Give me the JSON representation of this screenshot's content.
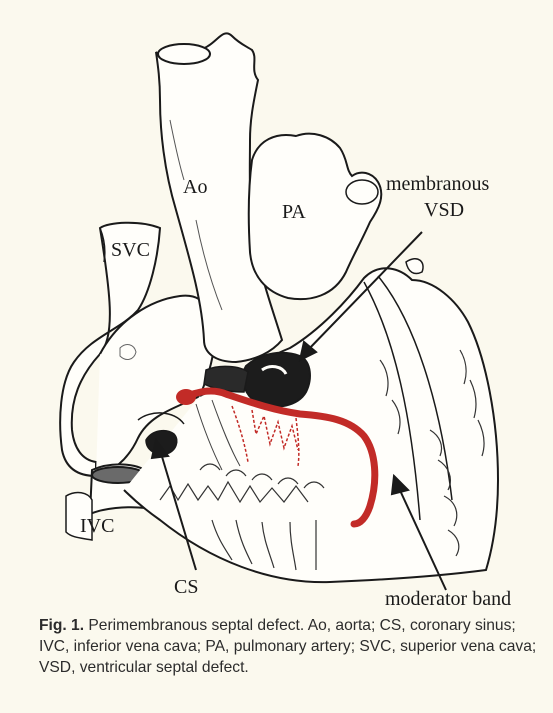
{
  "figure": {
    "labels": {
      "ao": "Ao",
      "pa": "PA",
      "svc": "SVC",
      "ivc": "IVC",
      "cs": "CS",
      "membranous": "membranous",
      "vsd": "VSD",
      "moderator_band": "moderator band"
    },
    "colors": {
      "red_accent": "#c22b27",
      "ink": "#1a1a1a",
      "paper": "#fbf9ee"
    }
  },
  "caption": {
    "lead": "Fig. 1.",
    "text": " Perimembranous septal defect. Ao, aorta; CS, coronary sinus; IVC, inferior vena cava; PA, pulmonary artery; SVC, superior vena cava; VSD, ventricular septal defect."
  }
}
